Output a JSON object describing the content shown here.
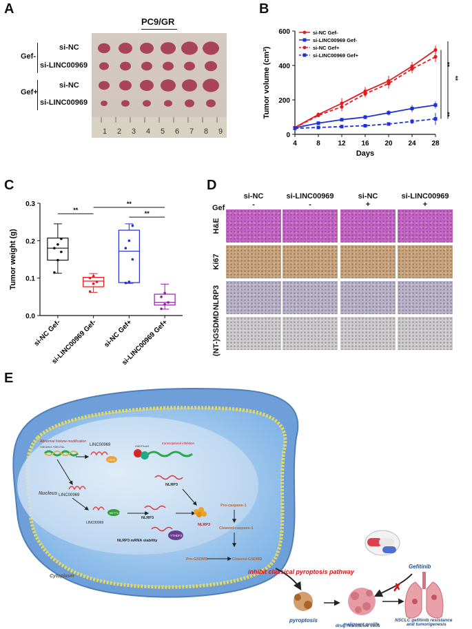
{
  "panels": {
    "a": "A",
    "b": "B",
    "c": "C",
    "d": "D",
    "e": "E"
  },
  "panel_a": {
    "title": "PC9/GR",
    "group1": "Gef-",
    "group2": "Gef+",
    "row1": "si-NC",
    "row2": "si-LINC00969",
    "row3": "si-NC",
    "row4": "si-LINC00969",
    "ruler": [
      "1",
      "2",
      "3",
      "4",
      "5",
      "6",
      "7",
      "8",
      "9"
    ]
  },
  "panel_d": {
    "gef_label": "Gef",
    "cols": [
      {
        "name": "si-NC",
        "gef": "-"
      },
      {
        "name": "si-LINC00969",
        "gef": "-"
      },
      {
        "name": "si-NC",
        "gef": "+"
      },
      {
        "name": "si-LINC00969",
        "gef": "+"
      }
    ],
    "rows": [
      "H&E",
      "Ki67",
      "NLRP3",
      "(NT-)GSDMD"
    ],
    "row_colors": [
      "#c263c9",
      "#c7a47d",
      "#b7b2cc",
      "#cbcbcf"
    ]
  },
  "panel_e": {
    "nucleus": "Nucleus",
    "cytoplasm": "Cytoplasm",
    "abnormal": "Abnormal histone modification",
    "histone_marks": "H3K4me1 H3K27ac",
    "linc_top": "LINC00969",
    "linc_mid": "LINC00969",
    "linc_low": "LINC00969",
    "ezh2": "EZH2",
    "h3k27me3": "H3K27me3",
    "trans_inhib": "transcriptional inhibition",
    "nlrp3_a": "NLRP3",
    "nlrp3_b": "NLRP3",
    "nlrp3_c": "NLRP3",
    "mettl3": "METTL3",
    "stability": "NLRP3 mRNA stability",
    "ythdf2": "YTHDF2",
    "procasp": "Pro-caspase-1",
    "cleavedcasp": "Cleaved-caspase-1",
    "progsdmd": "Pro-GSDMD",
    "cleavedgsdmd": "Cleaved-GSDMD",
    "inhibit": "inhibit classical pyroptosis pathway",
    "gefitinib": "Gefitinib",
    "pyroptosis": "pyroptosis",
    "drug1": "drug resistance cells",
    "drug2": "malignant prolife",
    "nsclc1": "NSCLC gefitinib resistance",
    "nsclc2": "and tumorigenesis"
  },
  "chart_data": [
    {
      "type": "line",
      "panel": "B",
      "xlabel": "Days",
      "ylabel": "Tumor volume (cm³)",
      "x": [
        4,
        8,
        12,
        16,
        20,
        24,
        28
      ],
      "xlim": [
        4,
        28
      ],
      "ylim": [
        0,
        600
      ],
      "yticks": [
        0,
        200,
        400,
        600
      ],
      "legend_position": "top-left",
      "series": [
        {
          "name": "si-NC Gef-",
          "color": "#e41a1c",
          "dash": false,
          "marker": "circle",
          "values": [
            40,
            115,
            180,
            250,
            310,
            395,
            490
          ],
          "err": [
            5,
            12,
            30,
            25,
            30,
            25,
            25
          ]
        },
        {
          "name": "si-LINC00969 Gef-",
          "color": "#1f2fd6",
          "dash": false,
          "marker": "square",
          "values": [
            38,
            65,
            85,
            100,
            125,
            150,
            170
          ],
          "err": [
            5,
            8,
            10,
            12,
            15,
            20,
            20
          ]
        },
        {
          "name": "si-NC Gef+",
          "color": "#e41a1c",
          "dash": true,
          "marker": "circle",
          "values": [
            38,
            110,
            160,
            235,
            295,
            380,
            450
          ],
          "err": [
            5,
            10,
            25,
            20,
            30,
            25,
            30
          ]
        },
        {
          "name": "si-LINC00969 Gef+",
          "color": "#1f2fd6",
          "dash": true,
          "marker": "square",
          "values": [
            35,
            40,
            45,
            50,
            60,
            75,
            90
          ],
          "err": [
            4,
            5,
            6,
            8,
            10,
            15,
            35
          ]
        }
      ],
      "significance": [
        "**",
        "**",
        "**"
      ]
    },
    {
      "type": "box",
      "panel": "C",
      "ylabel": "Tumor weight (g)",
      "ylim": [
        0,
        0.3
      ],
      "yticks": [
        0.0,
        0.1,
        0.2,
        0.3
      ],
      "categories": [
        "si-NC Gef-",
        "si-LINC00969 Gef-",
        "si-NC Gef+",
        "si-LINC00969 Gef+"
      ],
      "colors": [
        "#111111",
        "#e41a1c",
        "#1f2fd6",
        "#8e1f9e"
      ],
      "boxes": [
        {
          "min": 0.113,
          "q1": 0.148,
          "median": 0.18,
          "q3": 0.207,
          "max": 0.245,
          "points": [
            0.115,
            0.148,
            0.17,
            0.18,
            0.19,
            0.205
          ]
        },
        {
          "min": 0.062,
          "q1": 0.077,
          "median": 0.092,
          "q3": 0.102,
          "max": 0.112,
          "points": [
            0.064,
            0.085,
            0.09,
            0.1,
            0.105
          ]
        },
        {
          "min": 0.086,
          "q1": 0.088,
          "median": 0.172,
          "q3": 0.228,
          "max": 0.245,
          "points": [
            0.087,
            0.09,
            0.15,
            0.18,
            0.2,
            0.24
          ]
        },
        {
          "min": 0.017,
          "q1": 0.028,
          "median": 0.035,
          "q3": 0.057,
          "max": 0.084,
          "points": [
            0.018,
            0.03,
            0.035,
            0.05,
            0.06
          ]
        }
      ],
      "significance": [
        "**",
        "**",
        "**"
      ]
    }
  ]
}
